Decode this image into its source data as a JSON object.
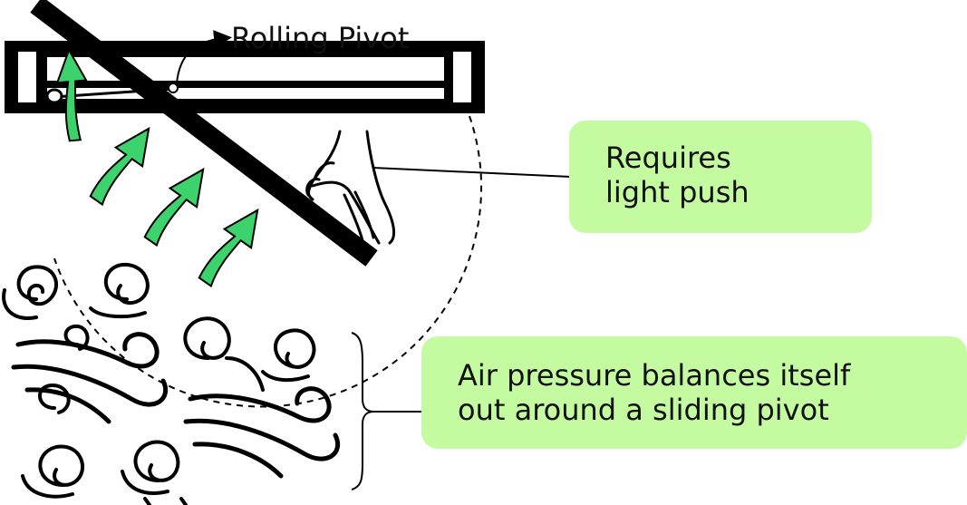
{
  "labels": {
    "rolling_pivot": "Rolling Pivot",
    "requires_push": [
      "Requires",
      "light push"
    ],
    "air_pressure": [
      "Air pressure balances itself",
      "out around a sliding pivot"
    ]
  },
  "colors": {
    "arrow_green": "#3dd36c",
    "callout_green": "#c4fba0",
    "ink": "#000000"
  },
  "icons": [
    "window-frame",
    "sash-bar",
    "up-arrow",
    "hand",
    "wind-swirl",
    "brace"
  ]
}
